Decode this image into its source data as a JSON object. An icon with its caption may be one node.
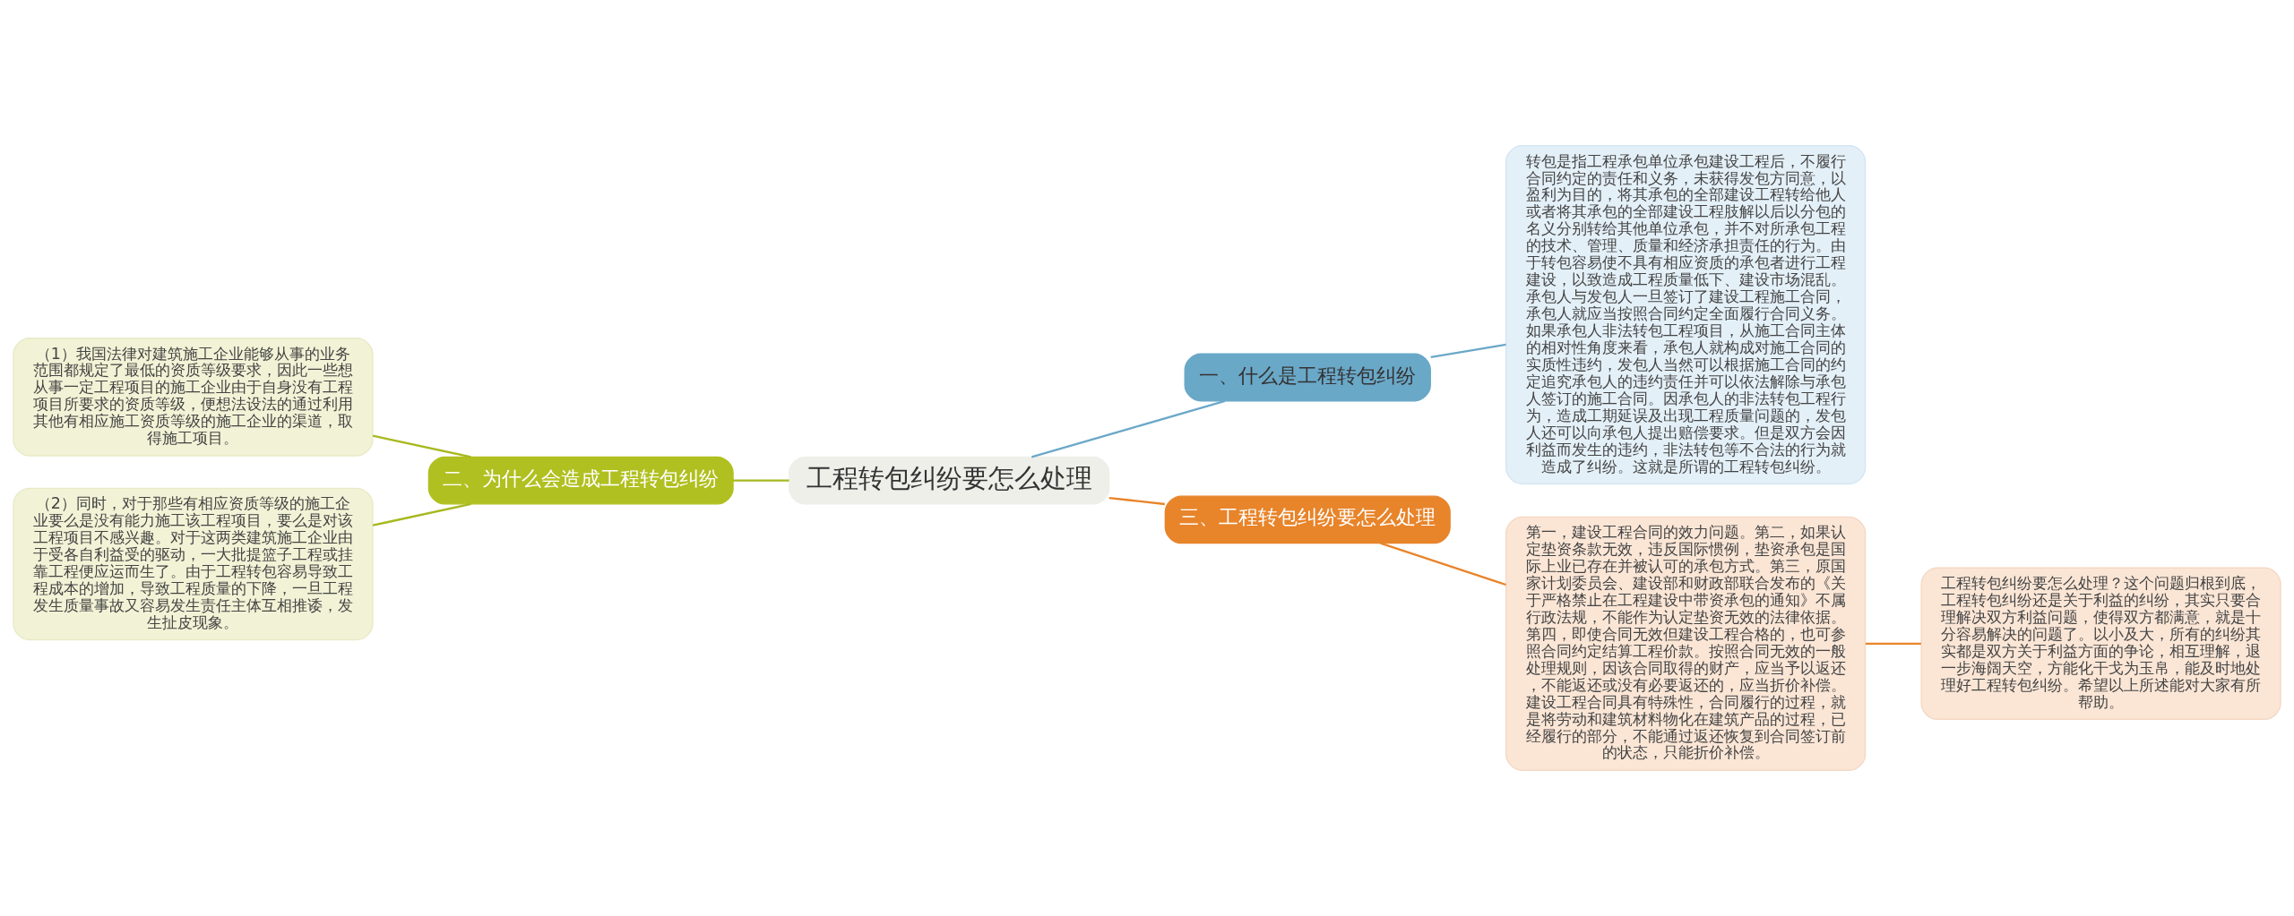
{
  "diagram": {
    "nodes": [
      {
        "text": [
          "工程转包纠纷要怎么处理"
        ]
      },
      {
        "text": [
          "一、什么是工程转包纠纷"
        ]
      },
      {
        "text": [
          "转包是指工程承包单位承包建设工程后，不履行合同约定的责任和义务，未获得发包方同意，以盈利为目的，将其承包的全部建设工程转给他人或者将其承包的全部建设工程肢解以后以分包的名义分别转给其他单位承包，并不对所承包工程的技术、管理、质量和经济承担责任的行为。由于转包容易使不具有相应资质的承包者进行工程建设，以致造成工程质量低下、建设市场混乱。承包人与发包人一旦签订了建设工程施工合同，承包人就应当按照合同约定全面履行合同义务。如果承包人非法转包工程项目，从施工合同主体的相对性角度来看，承包人就构成对施工合同的实质性违约，发包人当然可以根据施工合同的约定追究承包人的违约责任并可以依法解除与承包人签订的施工合同。因承包人的非法转包工程行为，造成工期延误及出现工程质量问题的，发包人还可以向承包人提出赔偿要求。但是双方会因利益而发生的违约，非法转包等不合法的行为就造成了纠纷。这就是所谓的工程转包纠纷。"
        ]
      },
      {
        "text": [
          "二、为什么会造成工程转包纠纷"
        ]
      },
      {
        "text": [
          "（1）我国法律对建筑施工企业能够从事的业务范围都规定了最低的资质等级要求，因此一些想从事一定工程项目的施工企业由于自身没有工程项目所要求的资质等级，便想法设法的通过利用其他有相应施工资质等级的施工企业的渠道，取得施工项目。"
        ]
      },
      {
        "text": [
          "（2）同时，对于那些有相应资质等级的施工企业要么是没有能力施工该工程项目，要么是对该工程项目不感兴趣。对于这两类建筑施工企业由于受各自利益受的驱动，一大批提篮子工程或挂靠工程便应运而生了。由于工程转包容易导致工程成本的增加，导致工程质量的下降，一旦工程发生质量事故又容易发生责任主体互相推诿，发生扯皮现象。"
        ]
      },
      {
        "text": [
          "三、工程转包纠纷要怎么处理"
        ]
      },
      {
        "text": [
          "第一，建设工程合同的效力问题。第二，如果认定垫资条款无效，违反国际惯例，垫资承包是国际上业已存在并被认可的承包方式。第三，原国家计划委员会、建设部和财政部联合发布的《关于严格禁止在工程建设中带资承包的通知》不属行政法规，不能作为认定垫资无效的法律依据。第四，即使合同无效但建设工程合格的，也可参照合同约定结算工程价款。按照合同无效的一般处理规则，因该合同取得的财产，应当予以返还，不能返还或没有必要返还的，应当折价补偿。建设工程合同具有特殊性，合同履行的过程，就是将劳动和建筑材料物化在建筑产品的过程，已经履行的部分，不能通过返还恢复到合同签订前的状态，只能折价补偿。"
        ]
      },
      {
        "text": [
          "工程转包纠纷要怎么处理？这个问题归根到底，工程转包纠纷还是关于利益的纠纷，其实只要合理解决双方利益问题，使得双方都满意，就是十分容易解决的问题了。以小及大，所有的纠纷其实都是双方关于利益方面的争论，相互理解，退一步海阔天空，方能化干戈为玉帛，能及时地处理好工程转包纠纷。希望以上所述能对大家有所帮助。"
        ]
      }
    ],
    "edges": [
      {
        "from": 0,
        "to": 1,
        "arrow": "none",
        "color": "#6aa8c8"
      },
      {
        "from": 1,
        "to": 2,
        "arrow": "none",
        "color": "#6aa8c8"
      },
      {
        "from": 0,
        "to": 3,
        "arrow": "none",
        "color": "#a8b820"
      },
      {
        "from": 3,
        "to": 4,
        "arrow": "none",
        "color": "#a8b820"
      },
      {
        "from": 3,
        "to": 5,
        "arrow": "none",
        "color": "#a8b820"
      },
      {
        "from": 0,
        "to": 6,
        "arrow": "none",
        "color": "#e8842a"
      },
      {
        "from": 6,
        "to": 7,
        "arrow": "none",
        "color": "#e8842a"
      },
      {
        "from": 7,
        "to": 8,
        "arrow": "none",
        "color": "#e8842a"
      }
    ]
  }
}
